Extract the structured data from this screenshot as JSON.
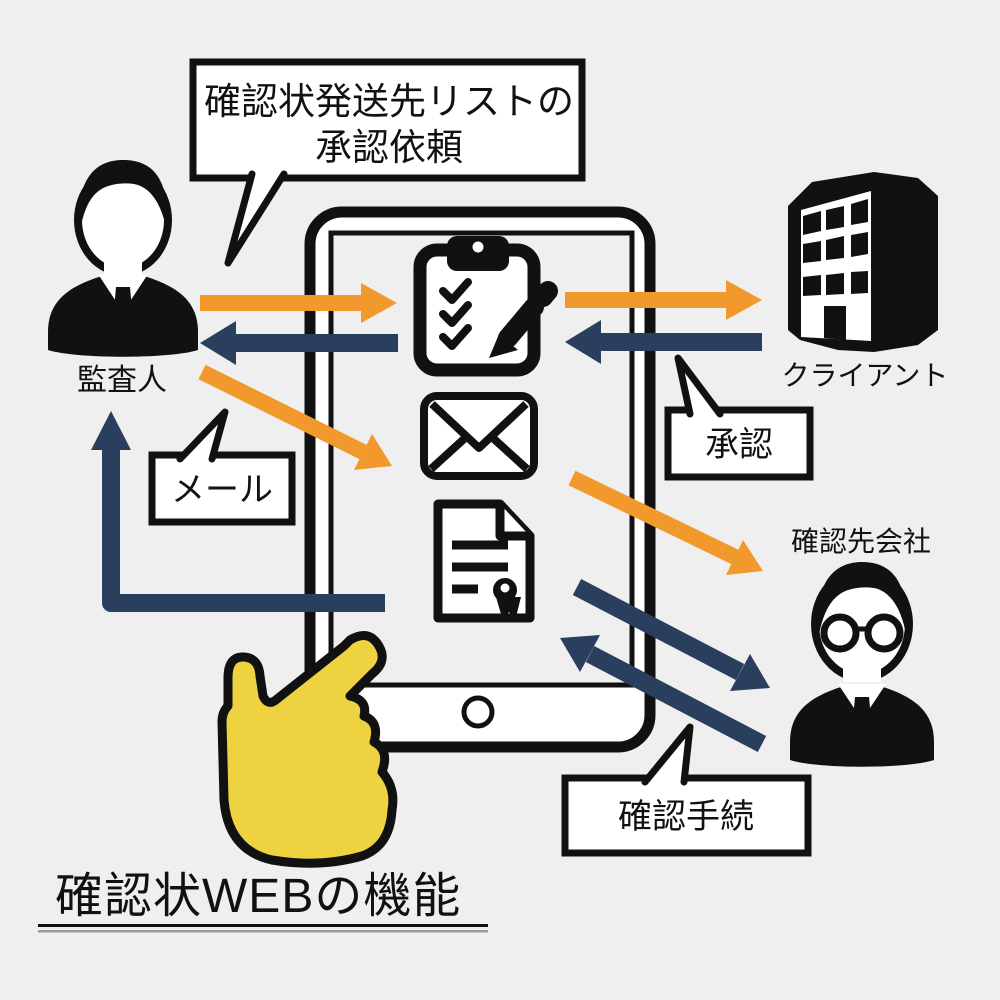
{
  "title": "確認状WEBの機能",
  "colors": {
    "background": "#efefef",
    "arrow_orange": "#f2992d",
    "arrow_navy": "#2a3f5e",
    "hand_yellow": "#efd240",
    "line_black": "#111111",
    "underline_gray": "#9a9a9a"
  },
  "actors": {
    "auditor": {
      "label": "監査人",
      "icon": "businessman-icon"
    },
    "client": {
      "label": "クライアント",
      "icon": "office-building-icon"
    },
    "company": {
      "label": "確認先会社",
      "icon": "businessman-glasses-icon"
    }
  },
  "bubbles": {
    "approval_request": {
      "line1": "確認状発送先リストの",
      "line2": "承認依頼"
    },
    "mail": {
      "label": "メール"
    },
    "approval": {
      "label": "承認"
    },
    "procedure": {
      "label": "確認手続"
    }
  },
  "tablet": {
    "icons": [
      "checklist-clipboard-icon",
      "mail-envelope-icon",
      "certificate-document-icon"
    ],
    "pointer": "pointing-hand-icon"
  }
}
